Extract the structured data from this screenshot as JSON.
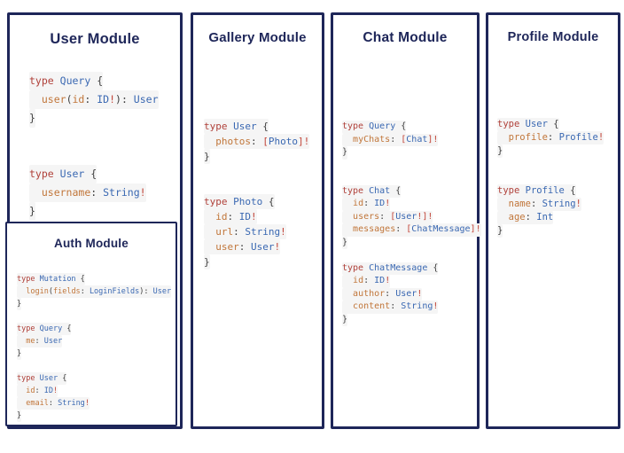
{
  "colors": {
    "navy": "#1e2659",
    "kw": "#b0413a",
    "ty": "#3a68b2",
    "fl": "#c1763a",
    "pu": "#3d3d3d",
    "bang": "#c14438",
    "linebg": "#f5f5f5"
  },
  "panels": [
    {
      "title": "User Module",
      "code": "type Query {\n  user(id: ID!): User\n}\n\n\ntype User {\n  username: String!\n}"
    },
    {
      "title": "Gallery Module",
      "code": "type User {\n  photos: [Photo]!\n}\n\n\ntype Photo {\n  id: ID!\n  url: String!\n  user: User!\n}"
    },
    {
      "title": "Chat Module",
      "code": "type Query {\n  myChats: [Chat]!\n}\n\n\ntype Chat {\n  id: ID!\n  users: [User!]!\n  messages: [ChatMessage]!\n}\n\ntype ChatMessage {\n  id: ID!\n  author: User!\n  content: String!\n}"
    },
    {
      "title": "Profile Module",
      "code": "type User {\n  profile: Profile!\n}\n\n\ntype Profile {\n  name: String!\n  age: Int\n}"
    },
    {
      "title": "Auth Module",
      "code": "type Mutation {\n  login(fields: LoginFields): User\n}\n\ntype Query {\n  me: User\n}\n\ntype User {\n  id: ID!\n  email: String!\n}"
    }
  ]
}
